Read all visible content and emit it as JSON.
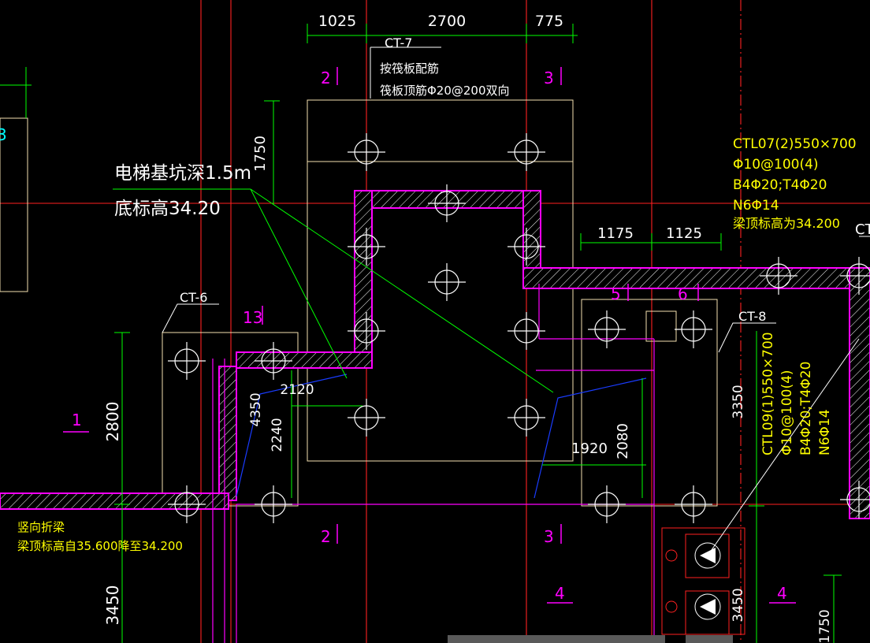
{
  "colors": {
    "background": "#000000",
    "axis": "#ff2020",
    "wall": "#ff00ff",
    "dimension": "#00ff00",
    "dim_text": "#ffffff",
    "beam_text": "#ffff00",
    "outline": "#f5e0b0",
    "blue": "#1a3cff",
    "white": "#ffffff"
  },
  "top_dims": [
    "1025",
    "2700",
    "775"
  ],
  "grid_labels": {
    "g2_top": "2",
    "g3_top": "3",
    "g13": "13",
    "g5": "5",
    "g6": "6",
    "g1": "1",
    "g2_bottom": "2",
    "g3_bottom": "3",
    "g4_mid": "4",
    "g4_right": "4"
  },
  "ct7": {
    "name": "CT-7",
    "line1": "按筏板配筋",
    "line2": "筏板顶筋Φ20@200双向"
  },
  "ct6": {
    "name": "CT-6"
  },
  "ct8": {
    "name": "CT-8"
  },
  "ct_partial": "CT",
  "pit_note": {
    "line1": "电梯基坑深1.5m",
    "line2": "底标高34.20"
  },
  "ctl07": [
    "CTL07(2)550×700",
    "Φ10@100(4)",
    "B4Φ20;T4Φ20",
    "N6Φ14",
    "梁顶标高为34.200"
  ],
  "ctl09": [
    "CTL09(1)550×700",
    "Φ10@100(4)",
    "B4Φ20;T4Φ20",
    "N6Φ14"
  ],
  "beam_note": {
    "line1": "竖向折梁",
    "line2": "梁顶标高自35.600降至34.200"
  },
  "right_dims": [
    "1175",
    "1125"
  ],
  "vert_dims": {
    "d1750_top": "1750",
    "d2800": "2800",
    "d3450_left": "3450",
    "d3350": "3350",
    "d3450_right": "3450",
    "d1750_right": "1750"
  },
  "pit_dims": {
    "d2120": "2120",
    "d4350": "4350",
    "d2240": "2240",
    "d1920": "1920",
    "d2080": "2080"
  }
}
